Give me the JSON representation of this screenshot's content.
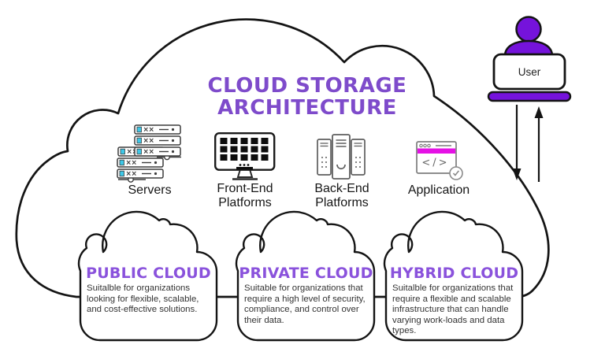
{
  "title": {
    "lines": [
      "CLOUD STORAGE",
      "ARCHITECTURE"
    ]
  },
  "accent_colors": {
    "title_purple": "#7E4BCB",
    "cloud_name_purple": "#8A52DC",
    "user_purple": "#7513DB",
    "magenta": "#E511E5",
    "cyan": "#3EC8E8"
  },
  "components": {
    "servers": {
      "label": "Servers"
    },
    "front_end": {
      "label": "Front-End Platforms"
    },
    "back_end": {
      "label": "Back-End Platforms"
    },
    "application": {
      "label": "Application",
      "code_glyph": "</>"
    }
  },
  "user": {
    "label": "User"
  },
  "clouds": [
    {
      "name": "PUBLIC CLOUD",
      "description": "Suitalble for organizations looking for flexible, scalable, and cost-effective solutions."
    },
    {
      "name": "PRIVATE CLOUD",
      "description": "Suitable for organizations that require a high level of security, compliance, and control over their data."
    },
    {
      "name": "HYBRID CLOUD",
      "description": "Suitalble for organizations that require a flexible and scalable infrastructure that can handle varying work-loads and data types."
    }
  ]
}
